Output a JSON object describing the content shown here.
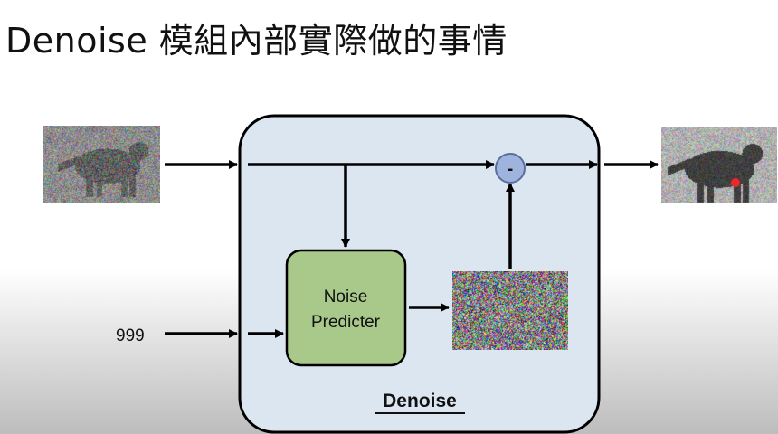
{
  "title": "Denoise 模組內部實際做的事情",
  "module": {
    "label": "Denoise"
  },
  "predictor": {
    "line1": "Noise",
    "line2": "Predicter"
  },
  "step_input": {
    "value": "999"
  },
  "subtract": {
    "symbol": "-"
  },
  "colors": {
    "module_fill": "#dbe6f1",
    "module_stroke": "#000000",
    "predictor_fill": "#a9c98b",
    "predictor_stroke": "#000000",
    "subtract_fill": "#9fb4dc",
    "subtract_stroke": "#5a6ea0",
    "arrow": "#000000"
  }
}
